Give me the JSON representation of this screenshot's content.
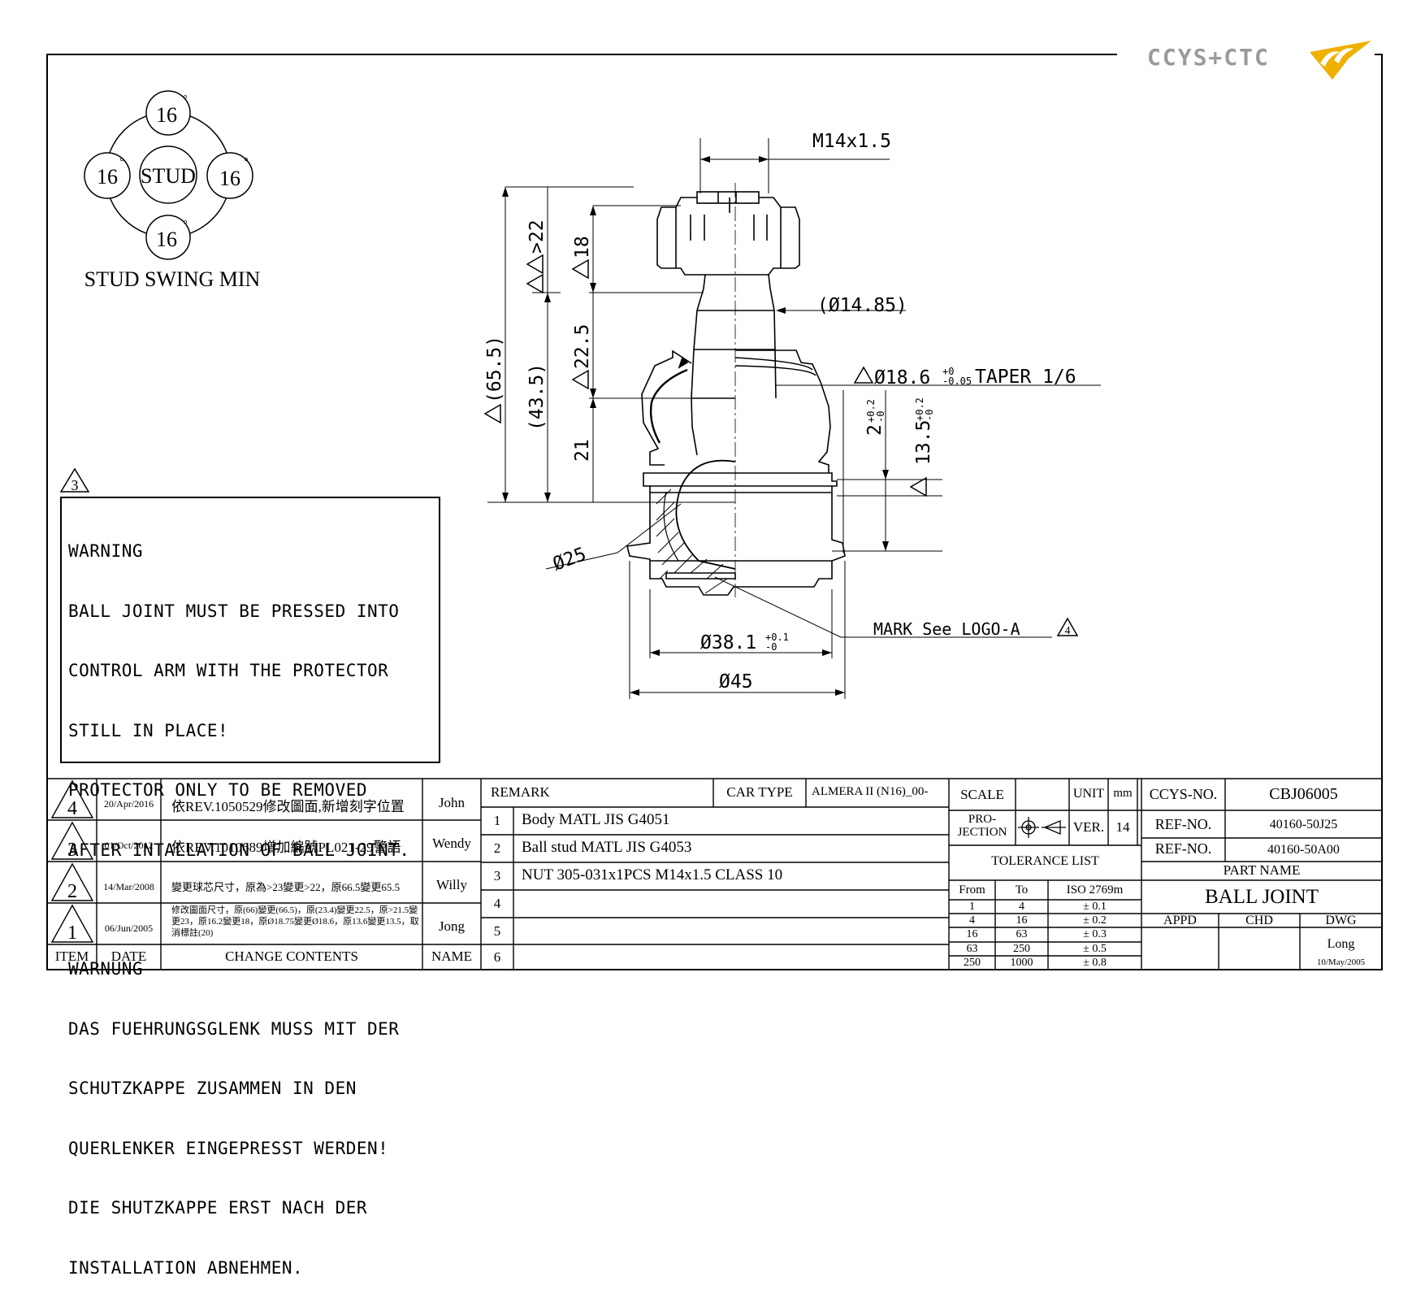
{
  "brand": {
    "logo_text": "CCYS+CTC"
  },
  "swing": {
    "title": "STUD SWING MIN",
    "center_label": "STUD",
    "angles": [
      "16",
      "16",
      "16",
      "16"
    ],
    "degree": "°"
  },
  "dimensions": {
    "thread": "M14x1.5",
    "d_stud": "(Ø14.85)",
    "taper": "Ø18.6",
    "taper_tol_up": "+0",
    "taper_tol_dn": "-0.05",
    "taper_label": "TAPER 1/6",
    "total_height": "(65.5)",
    "h_43_5": "(43.5)",
    "h_22": ">22",
    "h_18": "18",
    "h_22_5": "22.5",
    "h_21": "21",
    "h_2": "2",
    "h_13_5": "13.5",
    "tol_02_up": "+0.2",
    "tol_02_dn": "-0",
    "ball_dia": "Ø25",
    "body_dia": "Ø38.1",
    "body_tol_up": "+0.1",
    "body_tol_dn": "-0",
    "flange_dia": "Ø45",
    "mark_note": "MARK See LOGO-A",
    "callout_4": "4",
    "callout_3": "3"
  },
  "warning": {
    "lines_en": [
      "WARNING",
      "BALL JOINT MUST BE PRESSED INTO",
      "CONTROL ARM WITH THE PROTECTOR",
      "STILL IN PLACE!",
      "PROTECTOR ONLY TO BE REMOVED",
      "AFTER INTALLATION OF BALL JOINT."
    ],
    "lines_de": [
      "WARNUNG",
      "DAS FUEHRUNGSGLENK MUSS MIT DER",
      "SCHUTZKAPPE ZUSAMMEN IN DEN",
      "QUERLENKER EINGEPRESST WERDEN!",
      "DIE SHUTZKAPPE ERST NACH DER",
      "INSTALLATION ABNEHMEN."
    ]
  },
  "revisions": {
    "headers": {
      "item": "ITEM",
      "date": "DATE",
      "change": "CHANGE CONTENTS",
      "name": "NAME"
    },
    "rows": [
      {
        "item": "4",
        "date": "20/Apr/2016",
        "change": "依REV.1050529修改圖面,新增刻字位置",
        "name": "John"
      },
      {
        "item": "3",
        "date": "01/Oct/2012",
        "change": "依REV.1010689增加編號PL021-29警語",
        "name": "Wendy"
      },
      {
        "item": "2",
        "date": "14/Mar/2008",
        "change": "變更球芯尺寸，原為>23變更>22，原66.5變更65.5",
        "name": "Willy"
      },
      {
        "item": "1",
        "date": "06/Jun/2005",
        "change": "修改圖面尺寸，原(66)變更(66.5)，原(23.4)變更22.5，原>21.5變更23，原16.2變更18，原Ø18.75變更Ø18.6，原13.6變更13.5，取消標註(20)",
        "name": "Jong"
      }
    ]
  },
  "remarks": {
    "header": "REMARK",
    "items": [
      {
        "n": "1",
        "text": "Body MATL JIS G4051"
      },
      {
        "n": "2",
        "text": "Ball stud MATL JIS G4053"
      },
      {
        "n": "3",
        "text": "NUT 305-031x1PCS M14x1.5 CLASS 10"
      },
      {
        "n": "4",
        "text": ""
      },
      {
        "n": "5",
        "text": ""
      },
      {
        "n": "6",
        "text": ""
      }
    ],
    "car_type_label": "CAR TYPE",
    "car_type": "ALMERA II (N16)_00-"
  },
  "info": {
    "scale_label": "SCALE",
    "scale": "",
    "unit_label": "UNIT",
    "unit": "mm",
    "projection_label_1": "PRO-",
    "projection_label_2": "JECTION",
    "ver_label": "VER.",
    "ver": "14",
    "tolerance_title": "TOLERANCE LIST",
    "tol_headers": {
      "from": "From",
      "to": "To",
      "iso": "ISO 2769m"
    },
    "tol_rows": [
      {
        "from": "1",
        "to": "4",
        "tol": "± 0.1"
      },
      {
        "from": "4",
        "to": "16",
        "tol": "± 0.2"
      },
      {
        "from": "16",
        "to": "63",
        "tol": "± 0.3"
      },
      {
        "from": "63",
        "to": "250",
        "tol": "± 0.5"
      },
      {
        "from": "250",
        "to": "1000",
        "tol": "± 0.8"
      }
    ]
  },
  "part": {
    "ccys_label": "CCYS-NO.",
    "ccys_no": "CBJ06005",
    "ref_label": "REF-NO.",
    "ref_1": "40160-50J25",
    "ref_2": "40160-50A00",
    "name_label": "PART NAME",
    "name": "BALL JOINT",
    "appd": "APPD",
    "chd": "CHD",
    "dwg": "DWG",
    "dwg_by": "Long",
    "dwg_date": "10/May/2005"
  }
}
